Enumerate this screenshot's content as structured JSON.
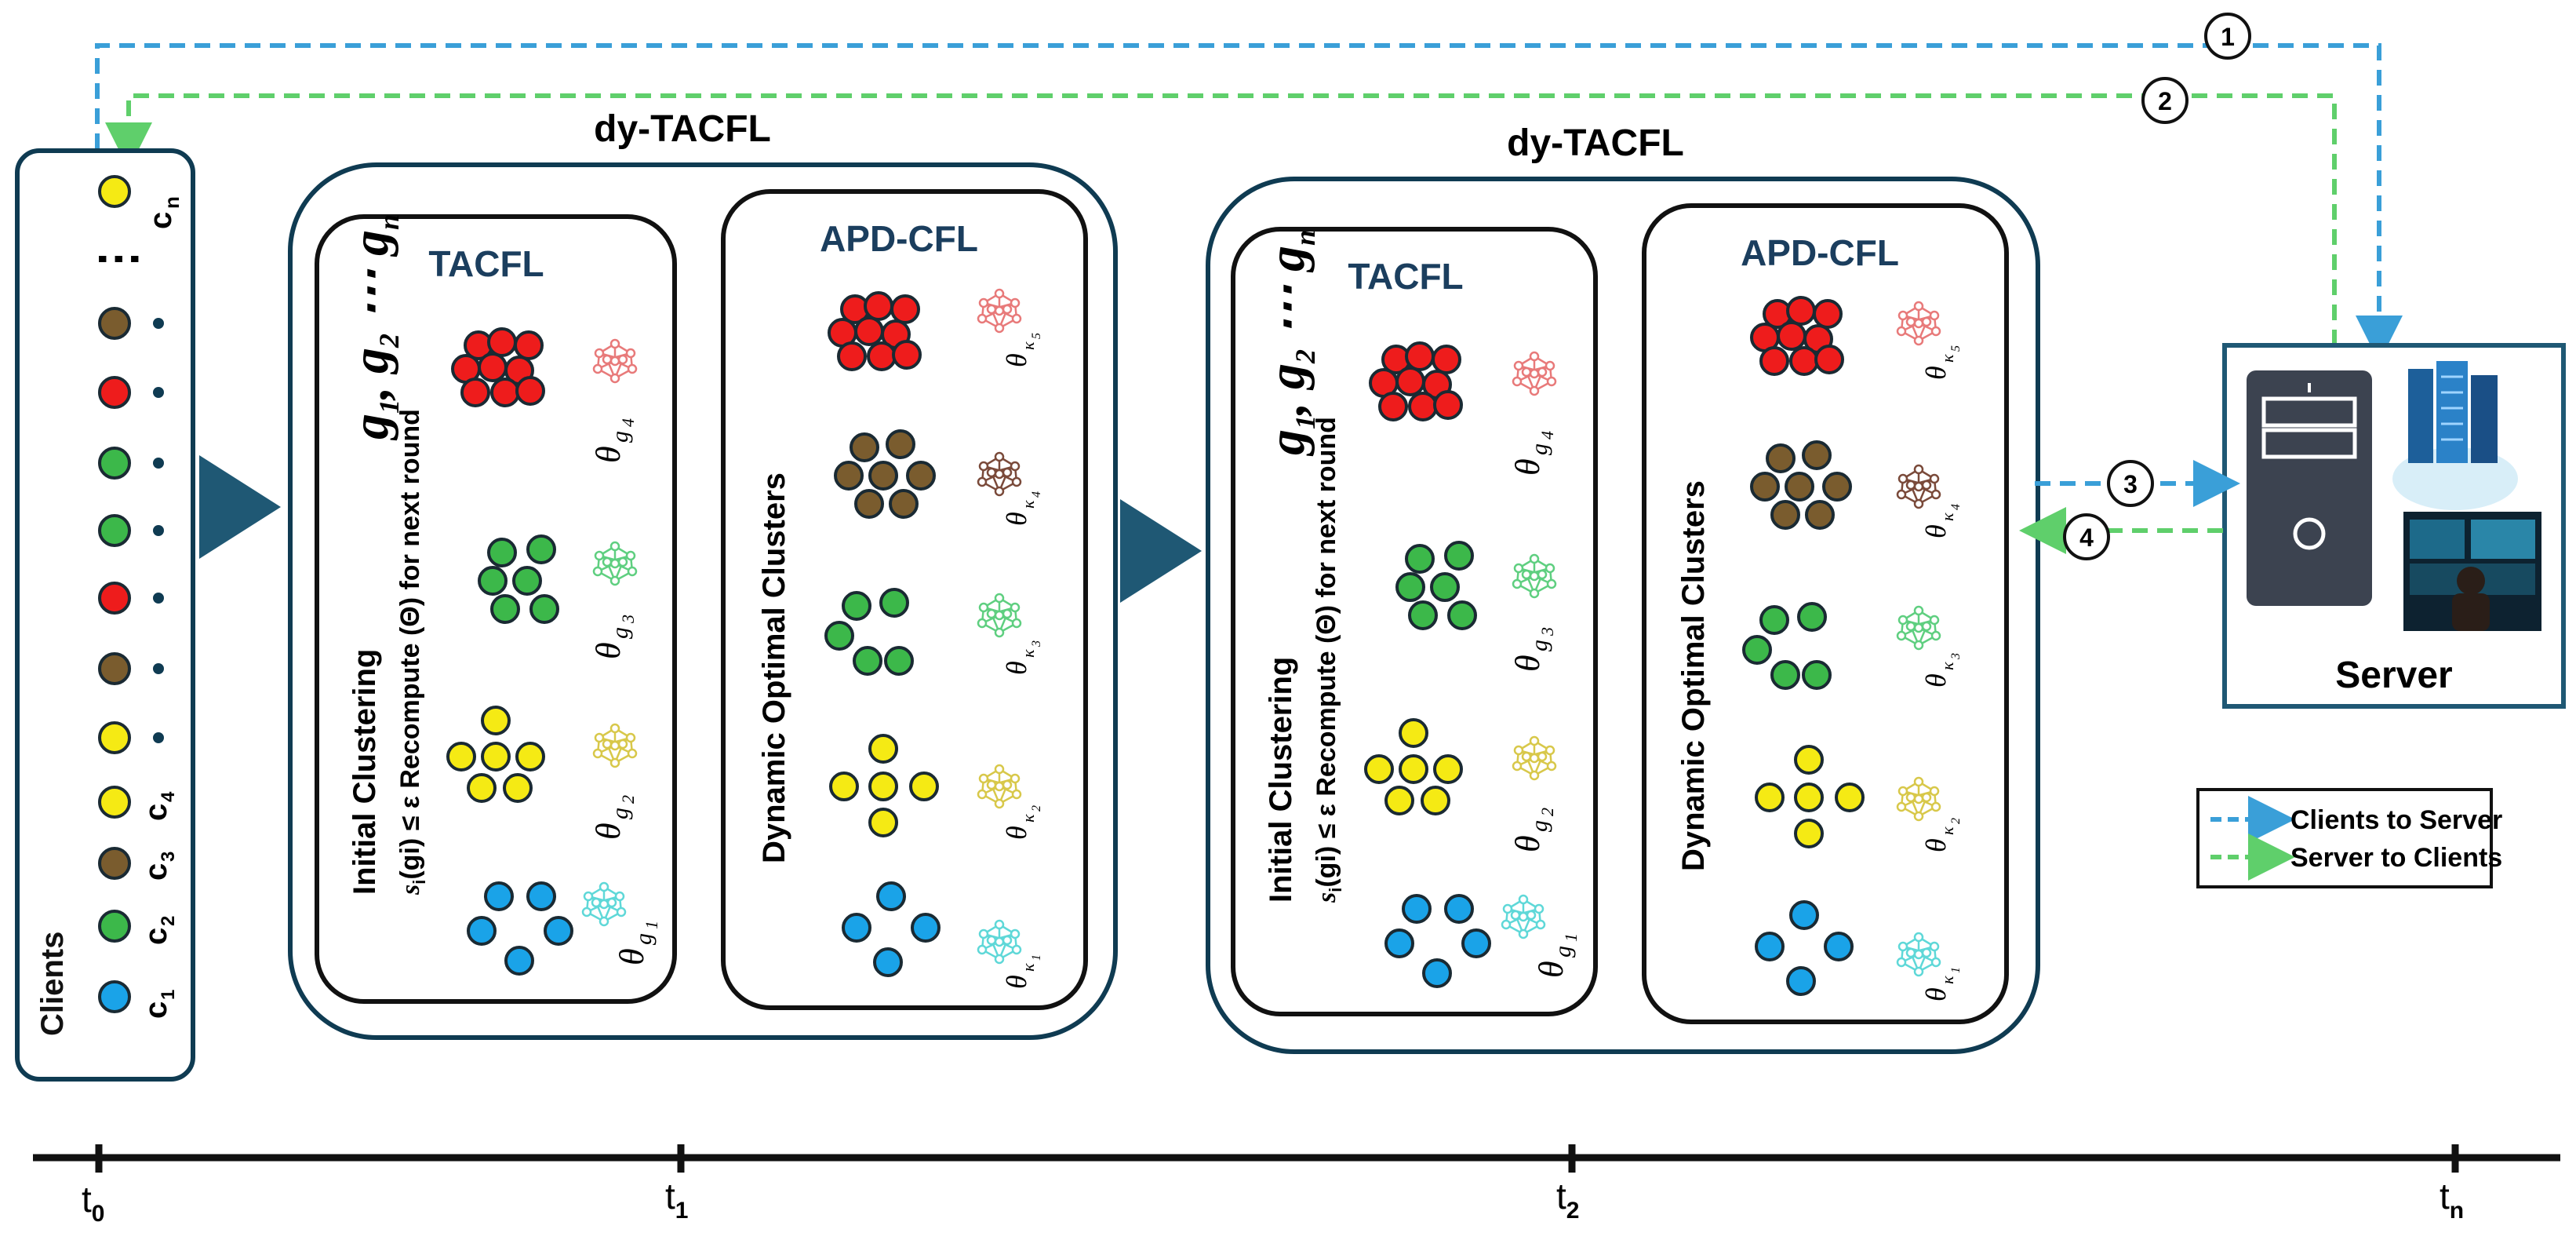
{
  "clients_panel": {
    "label": "Clients",
    "top_label": "c",
    "top_sub": "n",
    "ellipsis": "⋮",
    "bottom_labels": [
      {
        "base": "c",
        "sub": "4"
      },
      {
        "base": "c",
        "sub": "3"
      },
      {
        "base": "c",
        "sub": "2"
      },
      {
        "base": "c",
        "sub": "1"
      }
    ]
  },
  "colors": {
    "red": "#ee1c1c",
    "brown": "#7a5c2e",
    "green": "#3cb84a",
    "yellow": "#f5ea14",
    "blue": "#1aa3e8",
    "navy": "#0f3b52",
    "arrow_blue": "#3a9fd8",
    "arrow_green": "#5fcf6b",
    "title_navy": "#1b3e5e"
  },
  "client_dot_colors": [
    "yellow",
    "brown",
    "red",
    "green",
    "green",
    "red",
    "brown",
    "yellow",
    "yellow",
    "brown",
    "green",
    "blue"
  ],
  "blocks": [
    {
      "title": "dy-TACFL",
      "tacfl": {
        "title": "TACFL",
        "side_text_1": "Initial Clustering",
        "side_formula": "s",
        "side_formula_2": "(gi) ≤ ε Recompute (Θ) for next round",
        "side_sub": "i",
        "big_formula": "g",
        "big_formula_subs": [
          "1",
          "2",
          "n"
        ],
        "big_formula_sep": ", ",
        "big_formula_dots": "⋯",
        "labels": [
          {
            "base": "θ",
            "sub": "g",
            "subsub": "4"
          },
          {
            "base": "θ",
            "sub": "g",
            "subsub": "3"
          },
          {
            "base": "θ",
            "sub": "g",
            "subsub": "2"
          },
          {
            "base": "θ",
            "sub": "g",
            "subsub": "1"
          }
        ]
      },
      "apd": {
        "title": "APD-CFL",
        "side_text": "Dynamic Optimal Clusters",
        "labels": [
          {
            "base": "θ",
            "sub": "κ",
            "subsub": "5"
          },
          {
            "base": "θ",
            "sub": "κ",
            "subsub": "4"
          },
          {
            "base": "θ",
            "sub": "κ",
            "subsub": "3"
          },
          {
            "base": "θ",
            "sub": "κ",
            "subsub": "2"
          },
          {
            "base": "θ",
            "sub": "κ",
            "subsub": "1"
          }
        ]
      }
    },
    {
      "title": "dy-TACFL",
      "tacfl": {
        "title": "TACFL",
        "side_text_1": "Initial Clustering",
        "side_formula": "s",
        "side_formula_2": "(gi) ≤ ε Recompute (Θ) for next round",
        "side_sub": "i",
        "big_formula": "g",
        "big_formula_subs": [
          "1",
          "2",
          "n"
        ],
        "big_formula_sep": ", ",
        "big_formula_dots": "⋯",
        "labels": [
          {
            "base": "θ",
            "sub": "g",
            "subsub": "4"
          },
          {
            "base": "θ",
            "sub": "g",
            "subsub": "3"
          },
          {
            "base": "θ",
            "sub": "g",
            "subsub": "2"
          },
          {
            "base": "θ",
            "sub": "g",
            "subsub": "1"
          }
        ]
      },
      "apd": {
        "title": "APD-CFL",
        "side_text": "Dynamic Optimal Clusters",
        "labels": [
          {
            "base": "θ",
            "sub": "κ",
            "subsub": "5"
          },
          {
            "base": "θ",
            "sub": "κ",
            "subsub": "4"
          },
          {
            "base": "θ",
            "sub": "κ",
            "subsub": "3"
          },
          {
            "base": "θ",
            "sub": "κ",
            "subsub": "2"
          },
          {
            "base": "θ",
            "sub": "κ",
            "subsub": "1"
          }
        ]
      }
    }
  ],
  "server": {
    "label": "Server"
  },
  "arrows": {
    "numbers": [
      "1",
      "2",
      "3",
      "4"
    ]
  },
  "legend": {
    "clients_to_server": "Clients to Server",
    "server_to_clients": "Server to Clients"
  },
  "timeline": {
    "ticks": [
      {
        "base": "t",
        "sub": "0"
      },
      {
        "base": "t",
        "sub": "1"
      },
      {
        "base": "t",
        "sub": "2"
      },
      {
        "base": "t",
        "sub": "n"
      }
    ]
  }
}
